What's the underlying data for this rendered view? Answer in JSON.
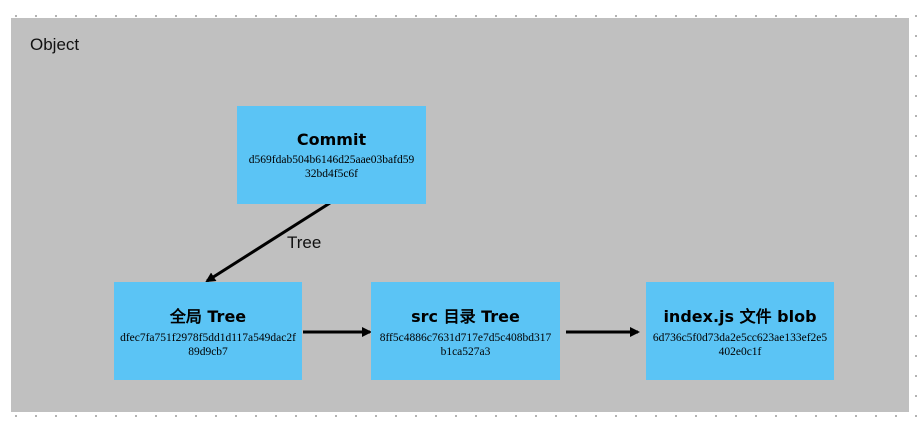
{
  "panel": {
    "label": "Object"
  },
  "nodes": {
    "commit": {
      "title": "Commit",
      "hash": "d569fdab504b6146d25aae03bafd5932bd4f5c6f"
    },
    "root_tree": {
      "title": "全局 Tree",
      "hash": "dfec7fa751f2978f5dd1d117a549dac2f89d9cb7"
    },
    "src_tree": {
      "title": "src 目录 Tree",
      "hash": "8ff5c4886c7631d717e7d5c408bd317b1ca527a3"
    },
    "blob": {
      "title": "index.js 文件 blob",
      "hash": "6d736c5f0d73da2e5cc623ae133ef2e5402e0c1f"
    }
  },
  "edges": {
    "commit_to_tree": {
      "label": "Tree"
    }
  },
  "colors": {
    "panel": "#c0c0c0",
    "node": "#5bc4f5",
    "arrow": "#000000"
  }
}
